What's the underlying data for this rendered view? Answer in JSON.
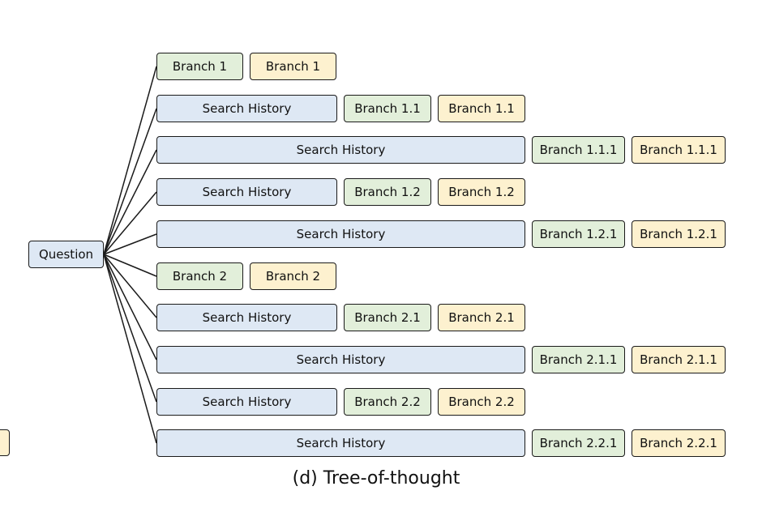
{
  "diagram": {
    "root": "Question",
    "rows": [
      {
        "type": "short",
        "history": "",
        "green": "Branch 1",
        "yellow": "Branch 1"
      },
      {
        "type": "medium",
        "history": "Search History",
        "green": "Branch 1.1",
        "yellow": "Branch 1.1"
      },
      {
        "type": "long",
        "history": "Search History",
        "green": "Branch 1.1.1",
        "yellow": "Branch 1.1.1"
      },
      {
        "type": "medium",
        "history": "Search History",
        "green": "Branch 1.2",
        "yellow": "Branch 1.2"
      },
      {
        "type": "long",
        "history": "Search History",
        "green": "Branch 1.2.1",
        "yellow": "Branch 1.2.1"
      },
      {
        "type": "short",
        "history": "",
        "green": "Branch 2",
        "yellow": "Branch 2"
      },
      {
        "type": "medium",
        "history": "Search History",
        "green": "Branch 2.1",
        "yellow": "Branch 2.1"
      },
      {
        "type": "long",
        "history": "Search History",
        "green": "Branch 2.1.1",
        "yellow": "Branch 2.1.1"
      },
      {
        "type": "medium",
        "history": "Search History",
        "green": "Branch 2.2",
        "yellow": "Branch 2.2"
      },
      {
        "type": "long",
        "history": "Search History",
        "green": "Branch 2.2.1",
        "yellow": "Branch 2.2.1"
      }
    ],
    "caption": "(d) Tree-of-thought"
  },
  "colors": {
    "history_fill": "#dee8f4",
    "green_fill": "#e2efda",
    "yellow_fill": "#fdf1cf",
    "stroke": "#1a1a1a"
  }
}
